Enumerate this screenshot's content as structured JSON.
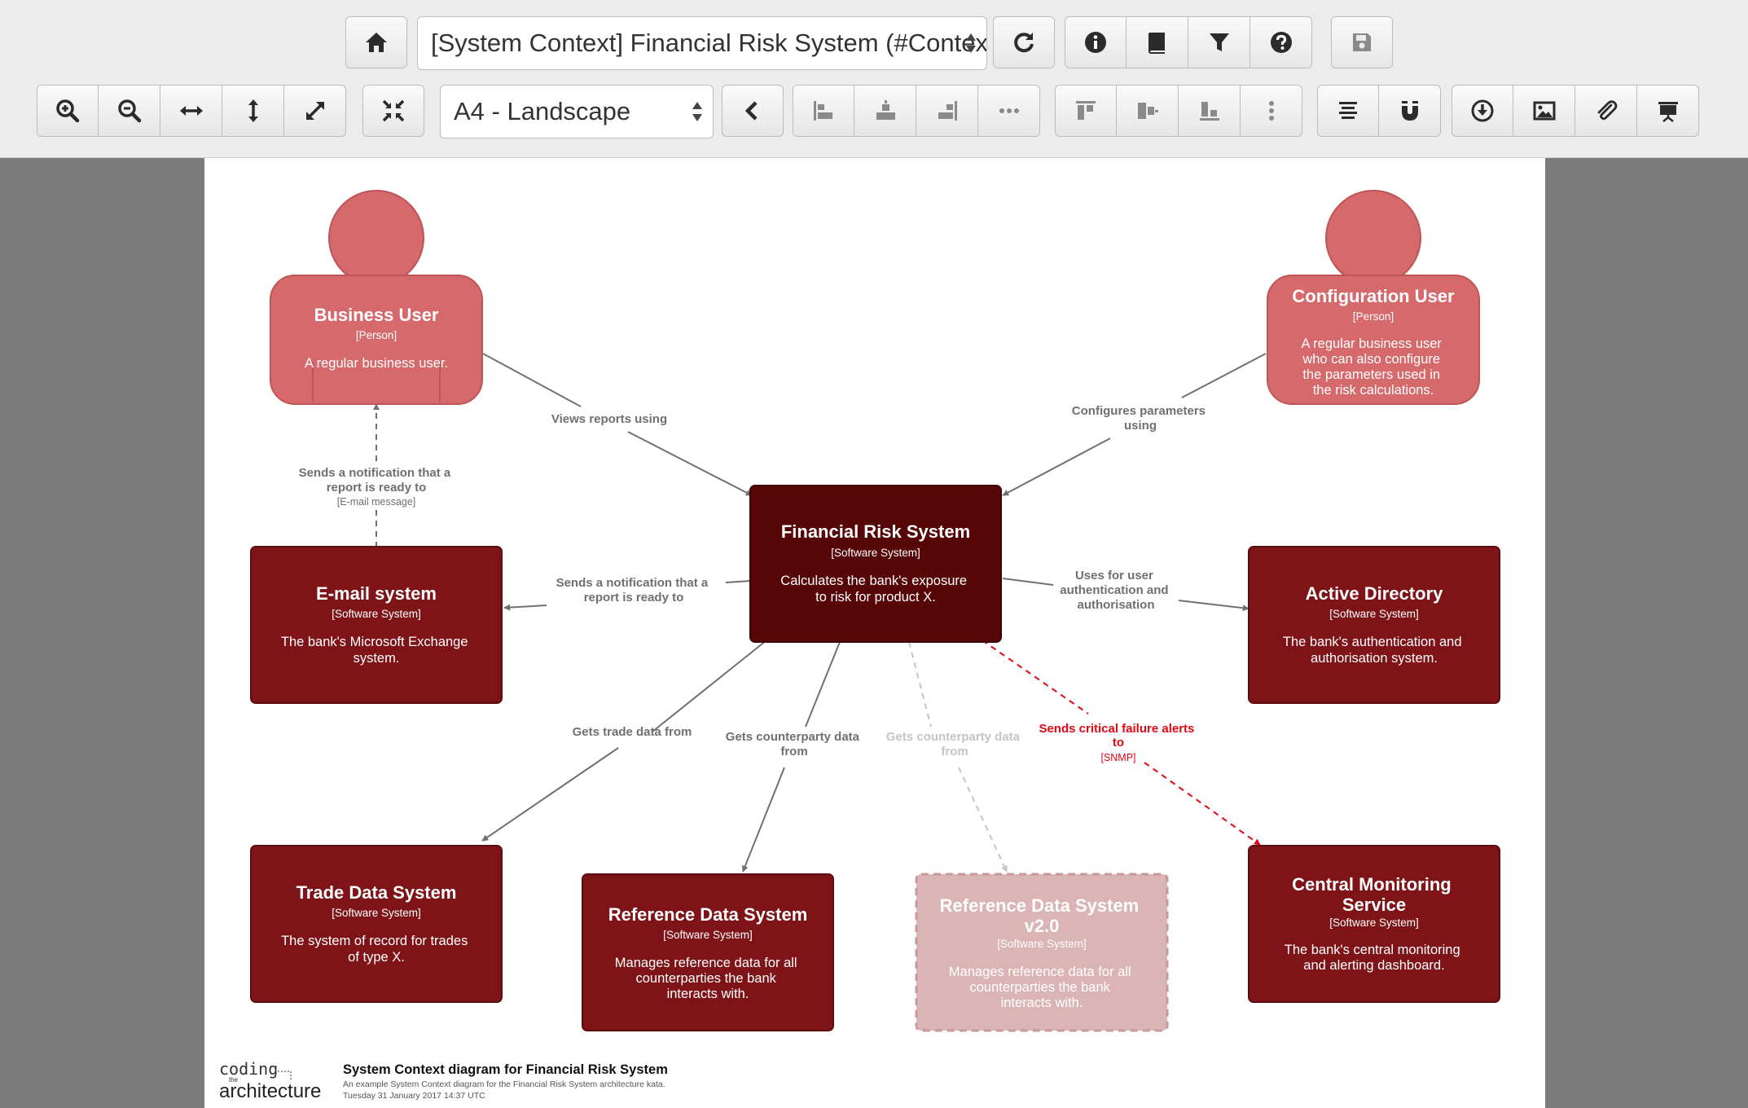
{
  "toolbar": {
    "view_selector": "[System Context] Financial Risk System (#Context)",
    "paper_size": "A4 - Landscape",
    "icons": {
      "home": "home-icon",
      "refresh": "refresh-icon",
      "info": "info-icon",
      "book": "book-icon",
      "filter": "filter-icon",
      "help": "help-icon",
      "save": "save-icon",
      "zoom_in": "zoom-in-icon",
      "zoom_out": "zoom-out-icon",
      "fit_width": "fit-width-icon",
      "fit_height": "fit-height-icon",
      "expand": "expand-icon",
      "fit": "fit-icon",
      "previous": "chevron-left-icon",
      "align_left": "align-left-icon",
      "align_center": "align-center-icon",
      "align_right": "align-right-icon",
      "more_horizontal": "more-horizontal-icon",
      "align_top": "align-top-icon",
      "align_middle": "align-middle-icon",
      "align_bottom": "align-bottom-icon",
      "more_vertical": "more-vertical-icon",
      "distribute": "distribute-icon",
      "magnet": "magnet-icon",
      "download": "download-icon",
      "image": "image-icon",
      "attachment": "paperclip-icon",
      "presentation": "presentation-icon"
    }
  },
  "colors": {
    "person": "#d5696b",
    "person_border": "#c05355",
    "system": "#7e1418",
    "system_border": "#5c0d10",
    "focus_system": "#560607",
    "faded_system": "#dbb5b6",
    "faded_border": "#c7999b",
    "relationship": "#707070",
    "faded_relationship": "#c4c4c4",
    "alert": "#e30613"
  },
  "elements": {
    "business_user": {
      "name": "Business User",
      "type": "[Person]",
      "description": [
        "A regular business user."
      ]
    },
    "configuration_user": {
      "name": "Configuration User",
      "type": "[Person]",
      "description": [
        "A regular business user",
        "who can also configure",
        "the parameters used in",
        "the risk calculations."
      ]
    },
    "financial_risk_system": {
      "name": "Financial Risk System",
      "type": "[Software System]",
      "description": [
        "Calculates the bank's exposure",
        "to risk for product X."
      ]
    },
    "email_system": {
      "name": "E-mail system",
      "type": "[Software System]",
      "description": [
        "The bank's Microsoft Exchange",
        "system."
      ]
    },
    "active_directory": {
      "name": "Active Directory",
      "type": "[Software System]",
      "description": [
        "The bank's authentication and",
        "authorisation system."
      ]
    },
    "trade_data_system": {
      "name": "Trade Data System",
      "type": "[Software System]",
      "description": [
        "The system of record for trades",
        "of type X."
      ]
    },
    "reference_data_system": {
      "name": "Reference Data System",
      "type": "[Software System]",
      "description": [
        "Manages reference data for all",
        "counterparties the bank",
        "interacts with."
      ]
    },
    "reference_data_system_v2": {
      "name": [
        "Reference Data System",
        "v2.0"
      ],
      "type": "[Software System]",
      "description": [
        "Manages reference data for all",
        "counterparties the bank",
        "interacts with."
      ]
    },
    "central_monitoring_service": {
      "name": [
        "Central Monitoring",
        "Service"
      ],
      "type": "[Software System]",
      "description": [
        "The bank's central monitoring",
        "and alerting dashboard."
      ]
    }
  },
  "relationships": {
    "views_reports": {
      "label": [
        "Views reports using"
      ]
    },
    "configures": {
      "label": [
        "Configures parameters",
        "using"
      ]
    },
    "notification_to_user": {
      "label": [
        "Sends a notification that a",
        "report is ready to"
      ],
      "technology": "[E-mail message]"
    },
    "notification_to_email": {
      "label": [
        "Sends a notification that a",
        "report is ready to"
      ]
    },
    "uses_ad": {
      "label": [
        "Uses for user",
        "authentication and",
        "authorisation"
      ]
    },
    "trade_data": {
      "label": [
        "Gets trade data from"
      ]
    },
    "counterparty": {
      "label": [
        "Gets counterparty data",
        "from"
      ]
    },
    "counterparty_v2": {
      "label": [
        "Gets counterparty data",
        "from"
      ]
    },
    "alerts": {
      "label": [
        "Sends critical failure alerts",
        "to"
      ],
      "technology": "[SNMP]"
    }
  },
  "footer": {
    "logo": {
      "top": "coding",
      "middle": "the",
      "bottom": "architecture"
    },
    "title": "System Context diagram for Financial Risk System",
    "description": "An example System Context diagram for the Financial Risk System architecture kata.",
    "timestamp": "Tuesday 31 January 2017 14:37 UTC"
  }
}
